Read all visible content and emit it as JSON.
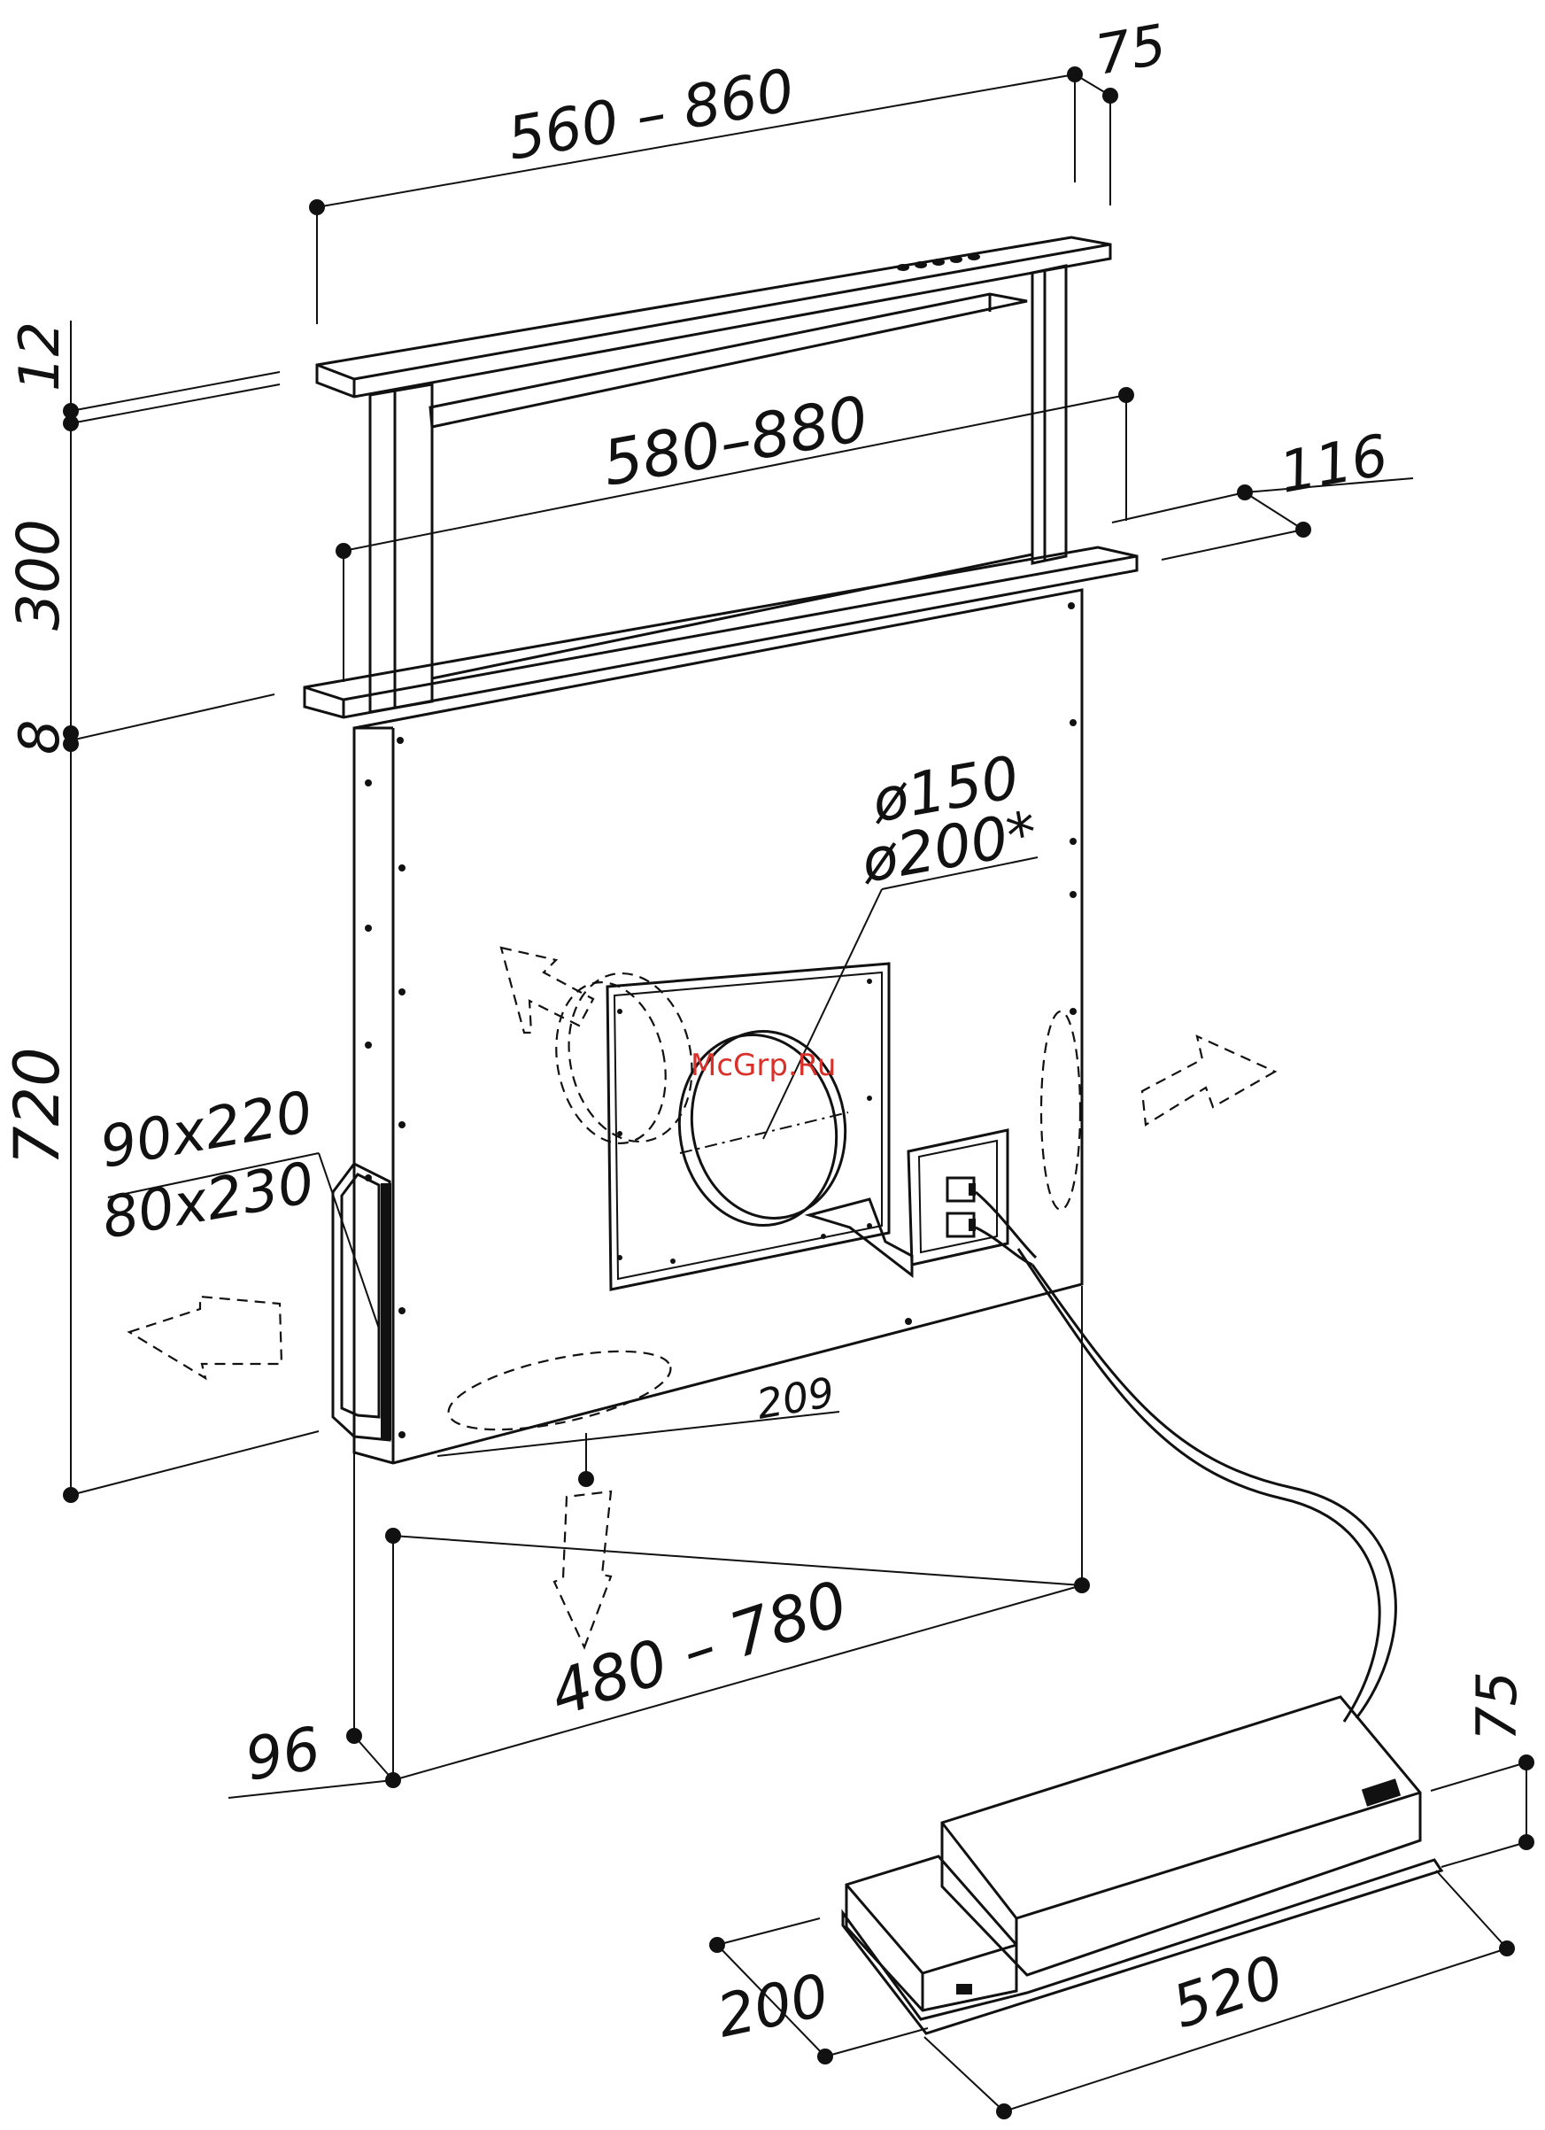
{
  "watermark": "McGrp.Ru",
  "dimensions": {
    "top_width": "560 – 860",
    "top_depth": "75",
    "frame_width": "580–880",
    "frame_offset": "116",
    "top_thickness": "12",
    "lift_height": "300",
    "plate_thickness": "8",
    "body_height": "720",
    "duct_round_1": "ø150",
    "duct_round_2": "ø200*",
    "duct_rect_1": "90x220",
    "duct_rect_2": "80x230",
    "bottom_offset": "209",
    "body_width": "480 – 780",
    "body_depth": "96",
    "motor_height": "75",
    "motor_length": "520",
    "motor_width": "200"
  }
}
